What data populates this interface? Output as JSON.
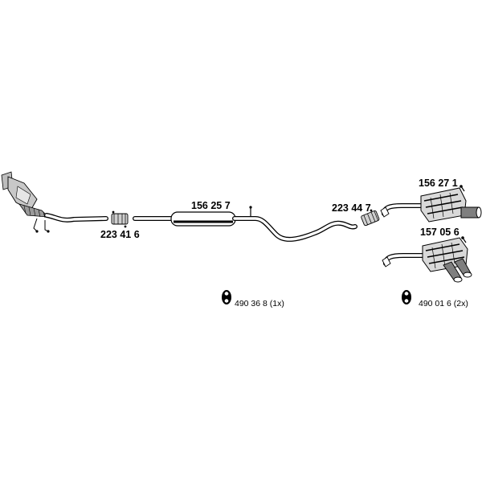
{
  "parts": [
    {
      "id": "catalytic-converter",
      "label": ""
    },
    {
      "id": "clamp-front",
      "label": "223 41 6"
    },
    {
      "id": "middle-silencer",
      "label": "156 25 7"
    },
    {
      "id": "clamp-rear",
      "label": "223 44 7"
    },
    {
      "id": "rear-silencer-single",
      "label": "156 27 1"
    },
    {
      "id": "rear-silencer-twin",
      "label": "157 05 6"
    }
  ],
  "mounts": [
    {
      "id": "mount-1",
      "label": "490 36 8 (1x)",
      "icon": "rubber-mount-icon"
    },
    {
      "id": "mount-2",
      "label": "490 01 6 (2x)",
      "icon": "rubber-mount-icon"
    }
  ]
}
